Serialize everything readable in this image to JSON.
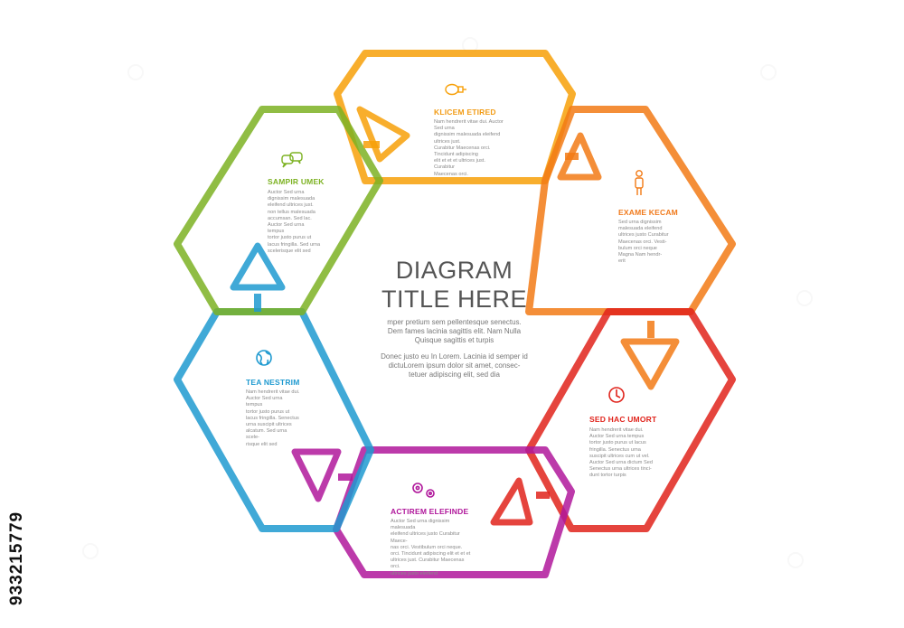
{
  "diagram": {
    "title_line1": "DIAGRAM",
    "title_line2": "TITLE HERE",
    "intro_paragraph1": "mper pretium sem pellentesque senectus.\nDem fames lacinia sagittis elit. Nam Nulla\nQuisque sagittis et turpis",
    "intro_paragraph2": "Donec justo eu In Lorem. Lacinia id semper id\ndictuLorem ipsum dolor sit amet, consec-\ntetuer adipiscing elit, sed dia",
    "colors": {
      "orange_light": "#f7a008",
      "orange": "#f27a15",
      "red": "#e0231b",
      "magenta": "#b0179b",
      "blue": "#1f9ad0",
      "green": "#7db223",
      "text": "#555555"
    },
    "sections": [
      {
        "title": "KLICEM ETIRED",
        "color": "#f29c16",
        "icon": "lightbulb-icon",
        "body": "Nam hendrerit vitae dui. Auctor Sed urna\ndignissim malesuada eleifend ultrices just.\nCurabitur Maecenas orci. Tincidunt adipiscing\nelit et et et ultrices just. Curabitur\nMaecenas orci."
      },
      {
        "title": "EXAME KECAM",
        "color": "#f07a1c",
        "icon": "person-icon",
        "body": "Sed urna dignissim\nmalesuada eleifend\nultrices justo Curabitur\nMaecenas orci. Vesti-\nbulum orci neque\nMagna Nam hendr-\nerit"
      },
      {
        "title": "SED HAC UMORT",
        "color": "#e0231b",
        "icon": "clock-icon",
        "body": "Nam hendrerit vitae dui.\nAuctor Sed urna tempus\ntortor justo purus ut lacus\nfringilla. Senectus urna\nsuscipit ultrices cum ut vel.\nAuctor Sed urna dictum Sed\nSenectus urna ultrices tinci-\ndunt tortor turpis"
      },
      {
        "title": "ACTIREM ELEFINDE",
        "color": "#b0179b",
        "icon": "gears-icon",
        "body": "Auctor Sed urna dignissim malesuada\neleifend ultrices justo Curabitur Maece-\nnas orci. Vestibulum orci neque.\norci. Tincidunt adipiscing elit et et et\nultrices just. Curabitur Maecenas orci.\nultrices justo eleifend"
      },
      {
        "title": "TEA NESTRIM",
        "color": "#1f9ad0",
        "icon": "globe-icon",
        "body": "Nam hendrerit vitae dui.\nAuctor Sed urna tempus\ntortor justo purus ut\nlacus fringilla. Senectus\nurna suscipit ultrices\nalcatum. Sed urna scele-\nrisque elit sed"
      },
      {
        "title": "SAMPIR UMEK",
        "color": "#7db223",
        "icon": "chat-bubbles-icon",
        "body": "Auctor Sed urna\ndignissim malesuada\neleifend ultrices just.\nnon tellus malesuada\naccumsan. Sed lac.\nAuctor Sed urna tempus\ntortor justo purus ut\nlacus fringilla. Sed urna\nscelerisque elit sed"
      }
    ]
  },
  "watermark": {
    "text": "933215779"
  }
}
